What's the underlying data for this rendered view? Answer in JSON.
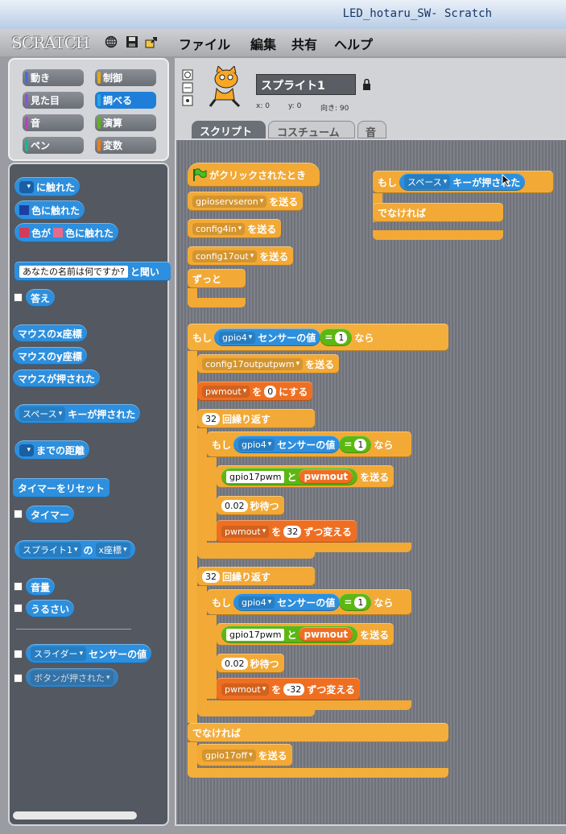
{
  "window": {
    "title": "LED_hotaru_SW- Scratch"
  },
  "menu": {
    "logo": "SCRATCH",
    "items": [
      "ファイル",
      "編集",
      "共有",
      "ヘルプ"
    ]
  },
  "categories": [
    {
      "label": "動き",
      "color": "#4a6cd4"
    },
    {
      "label": "制御",
      "color": "#e1a91a"
    },
    {
      "label": "見た目",
      "color": "#8a55d7"
    },
    {
      "label": "調べる",
      "color": "#2ca5e2"
    },
    {
      "label": "音",
      "color": "#bb42c3"
    },
    {
      "label": "演算",
      "color": "#5cb712"
    },
    {
      "label": "ペン",
      "color": "#0fbd8c"
    },
    {
      "label": "変数",
      "color": "#ee7d16"
    }
  ],
  "palette": {
    "touching": "に触れた",
    "touching_color": "色に触れた",
    "color_word": "色が",
    "color_touching": "色に触れた",
    "ask_default": "あなたの名前は何ですか?",
    "ask_suffix": "と聞い",
    "answer": "答え",
    "mouse_x": "マウスのx座標",
    "mouse_y": "マウスのy座標",
    "mouse_down": "マウスが押された",
    "key_dd": "スペース",
    "key_pressed": "キーが押された",
    "distance": "までの距離",
    "reset_timer": "タイマーをリセット",
    "timer": "タイマー",
    "sprite_dd": "スプライト1",
    "of": "の",
    "x_pos": "x座標",
    "loudness": "音量",
    "loud": "うるさい",
    "slider_dd": "スライダー",
    "sensor_value": "センサーの値",
    "button_dd": "ボタンが押された"
  },
  "sprite": {
    "name": "スプライト1",
    "x_label": "x: 0",
    "y_label": "y: 0",
    "dir_label": "向き: 90"
  },
  "tabs": [
    "スクリプト",
    "コスチューム",
    "音"
  ],
  "script": {
    "hat": "がクリックされたとき",
    "send": "を送る",
    "gpioserveron": "gpioservseron",
    "config4in": "config4in",
    "config17out": "config17out",
    "forever": "ずっと",
    "if": "もし",
    "else": "でなければ",
    "then": "なら",
    "space": "スペース",
    "key_pressed": "キーが押された",
    "gpio4": "gpio4",
    "sensor": "センサーの値",
    "eq": "=",
    "one": "1",
    "config17pwm": "config17outputpwm",
    "pwmout": "pwmout",
    "to": "を",
    "zero": "0",
    "set": "にする",
    "repeat_n": "32",
    "repeat": "回繰り返す",
    "gpio17pwm": "gpio17pwm",
    "and": "と",
    "wait_n": "0.02",
    "wait": "秒待つ",
    "change_pos": "32",
    "change_neg": "-32",
    "change": "ずつ変える",
    "gpio17off": "gpio17off"
  }
}
